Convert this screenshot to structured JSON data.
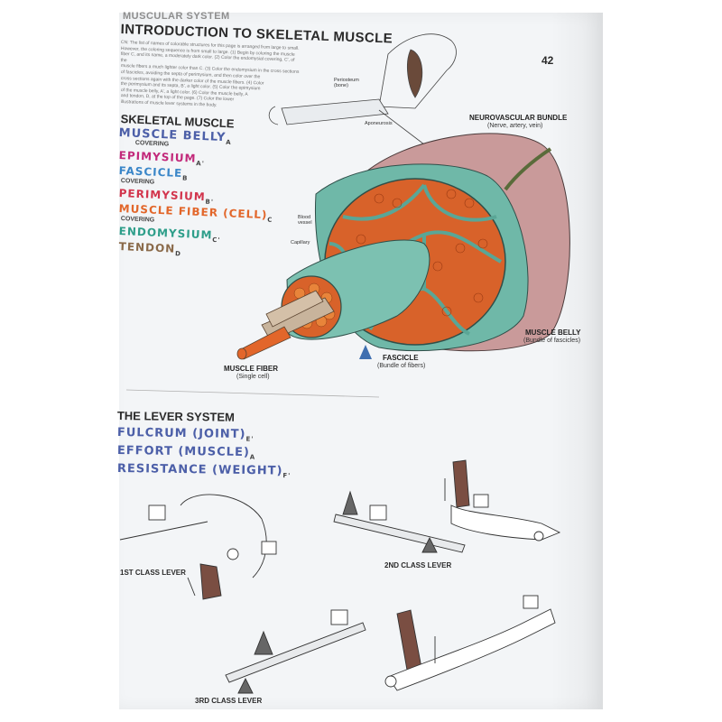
{
  "header": {
    "system": "MUSCULAR SYSTEM",
    "title": "INTRODUCTION TO SKELETAL MUSCLE",
    "page_number": "42"
  },
  "instructions": [
    "CN: The list of names of colorable structures for this page is arranged from large to small.",
    "However, the coloring sequence is from small to large. (1) Begin by coloring the muscle",
    "fiber C, and its name, a moderately dark color. (2) Color the endomysial covering, C', of the",
    "muscle fibers a much lighter color than C. (3) Color the endomysium in the cross sections",
    "of fascicles, avoiding the septa of perimysium, and then color over the",
    "cross sections again with the darker color of the muscle fibers. (4) Color",
    "the perimysium and its septa, B', a light color. (5) Color the epimysium",
    "of the muscle belly, A', a light color. (6) Color the muscle belly, A",
    "and tendon, D, at the top of the page. (7) Color the lower",
    "illustrations of muscle lever systems in the body."
  ],
  "title_list": {
    "heading": "SKELETAL MUSCLE",
    "items": [
      {
        "label": "MUSCLE BELLY",
        "sub": "A",
        "prefix": "",
        "color": "#4c5fa8",
        "size": 13
      },
      {
        "label": "EPIMYSIUM",
        "sub": "A'",
        "prefix": "COVERING",
        "color": "#c2287a",
        "size": 12
      },
      {
        "label": "FASCICLE",
        "sub": "B",
        "prefix": "",
        "color": "#3a86c8",
        "size": 12
      },
      {
        "label": "PERIMYSIUM",
        "sub": "B'",
        "prefix": "COVERING",
        "color": "#d2344c",
        "size": 12
      },
      {
        "label": "MUSCLE FIBER (CELL)",
        "sub": "C",
        "prefix": "",
        "color": "#e2662a",
        "size": 12
      },
      {
        "label": "ENDOMYSIUM",
        "sub": "C'",
        "prefix": "COVERING",
        "color": "#2e9e8a",
        "size": 12
      },
      {
        "label": "TENDON",
        "sub": "D",
        "prefix": "",
        "color": "#8a6a4a",
        "size": 12
      }
    ]
  },
  "diagram_labels": {
    "neurovascular": "NEUROVASCULAR BUNDLE",
    "neurovascular_sub": "(Nerve, artery, vein)",
    "muscle_belly": "MUSCLE BELLY",
    "muscle_belly_sub": "(Bundle of fascicles)",
    "fascicle": "FASCICLE",
    "fascicle_sub": "(Bundle of fibers)",
    "muscle_fiber": "MUSCLE FIBER",
    "muscle_fiber_sub": "(Single cell)",
    "blood_vessel": "Blood vessel",
    "capillary": "Capillary",
    "periosteum": "Periosteum (bone)",
    "aponeurosis": "Aponeurosis"
  },
  "lever": {
    "heading": "THE LEVER SYSTEM",
    "items": [
      {
        "label": "FULCRUM (JOINT)",
        "sub": "E'",
        "color": "#4c5fa8"
      },
      {
        "label": "EFFORT (MUSCLE)",
        "sub": "A",
        "color": "#4c5fa8"
      },
      {
        "label": "RESISTANCE (WEIGHT)",
        "sub": "F'",
        "color": "#4c5fa8"
      }
    ],
    "first_class": "1ST CLASS LEVER",
    "second_class": "2ND CLASS LEVER",
    "third_class": "3RD CLASS LEVER"
  },
  "colors": {
    "page": "#f3f5f7",
    "epimysium_teal": "#6fb8a8",
    "fiber_orange": "#d8622a",
    "belly_pink": "#c99a9a",
    "tendon_tan": "#c8b49c",
    "arrow_blue": "#3f6fb0"
  }
}
